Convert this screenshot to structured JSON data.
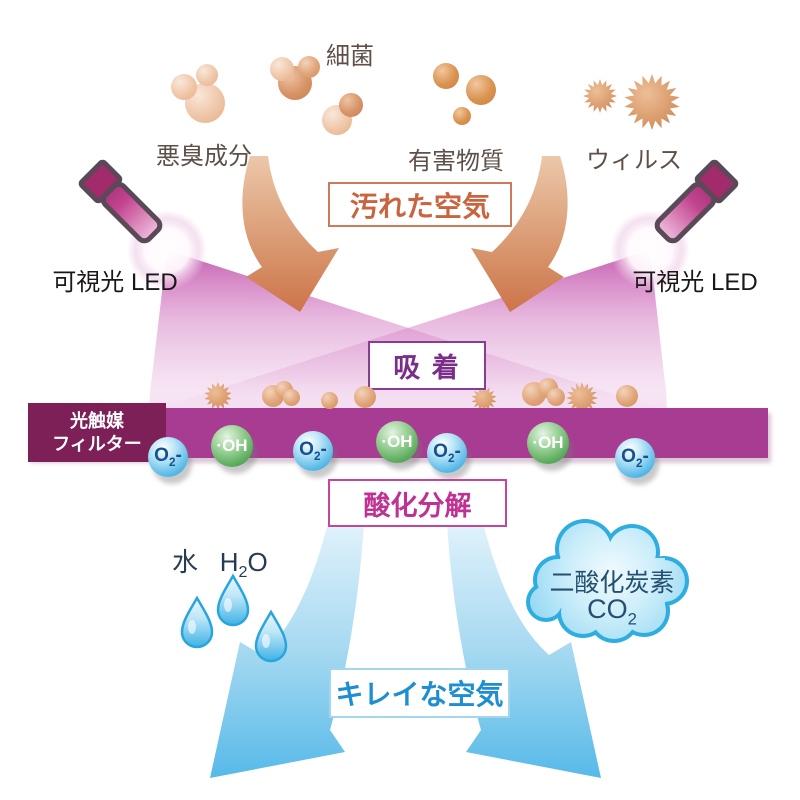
{
  "diagram": {
    "pollutants": {
      "odor": "悪臭成分",
      "bacteria": "細菌",
      "harmful": "有害物質",
      "virus": "ウィルス"
    },
    "dirty_air": "汚れた空気",
    "led_left": "可視光 LED",
    "led_right": "可視光 LED",
    "adsorption": "吸 着",
    "filter": {
      "line1": "光触媒",
      "line2": "フィルター"
    },
    "oxidation": "酸化分解",
    "clean_air": "キレイな空気",
    "water_label": "水",
    "h2o": {
      "main": "H",
      "sub": "2",
      "tail": "O"
    },
    "co2_name": "二酸化炭素",
    "co2": {
      "main": "CO",
      "sub": "2"
    },
    "superoxide": {
      "main": "O",
      "sub": "2",
      "sign": "-"
    },
    "hydroxyl": "·OH",
    "colors": {
      "filter_bar": "#a83c92",
      "filter_label_bg": "#7d2057",
      "light_beam": "#c050a8",
      "dirty_arrow": "#cf7a4e",
      "clean_arrow": "#55b9e8",
      "dirty_air_text": "#c9643f",
      "adsorption_text": "#7b2d8b",
      "oxidation_text": "#bf3193",
      "clean_air_text": "#1e8ed2",
      "superoxide_sphere": "#5bbbe9",
      "hydroxyl_sphere": "#55a957"
    }
  }
}
